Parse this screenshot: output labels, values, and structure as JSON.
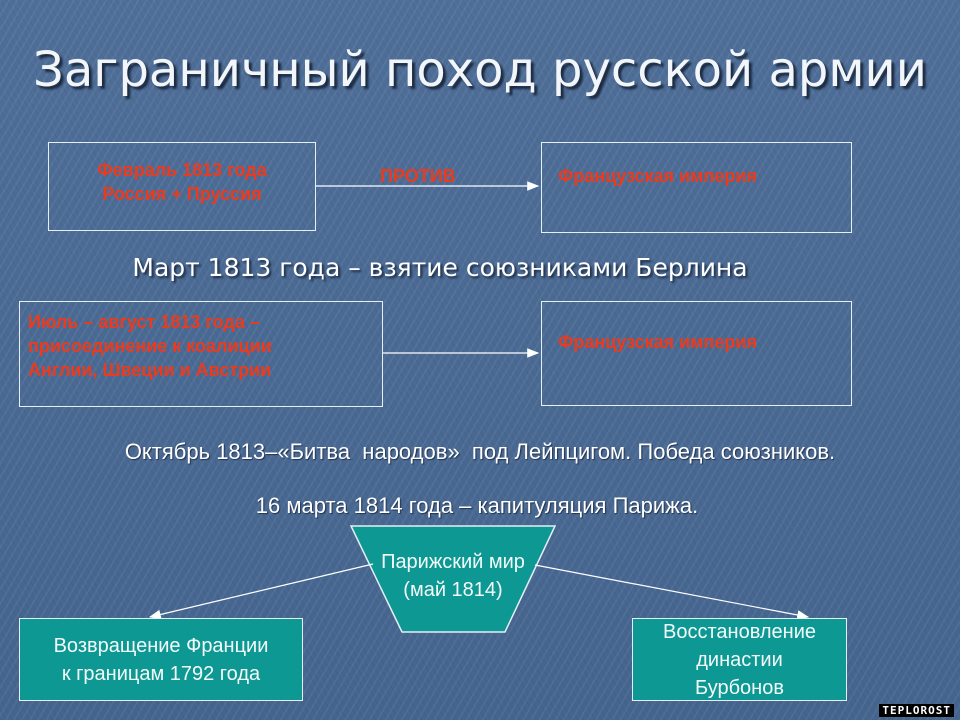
{
  "title": "Заграничный поход русской армии",
  "row1": {
    "left_lines": [
      "Февраль 1813 года",
      "Россия + Пруссия"
    ],
    "connector_label": "ПРОТИВ",
    "right": "Французская империя"
  },
  "march_line": "Март 1813 года – взятие союзниками Берлина",
  "row2": {
    "left_lines": [
      "Июль – август 1813 года –",
      "присоединение к коалиции",
      "Англии, Швеции и Австрии"
    ],
    "right": "Французская империя"
  },
  "october_line": "Октябрь 1813–«Битва  народов»  под Лейпцигом. Победа союзников.",
  "paris_line": "16 марта 1814 года – капитуляция Парижа.",
  "peace": {
    "line1": "Парижский мир",
    "line2": "(май 1814)"
  },
  "outcomes": [
    {
      "line1": "Возвращение Франции",
      "line2": "к границам 1792 года"
    },
    {
      "line1": "Восстановление династии",
      "line2": "Бурбонов"
    }
  ],
  "watermark": "TEPLOROST",
  "colors": {
    "accent_red": "#ec3a1d",
    "teal": "#0e9893",
    "background": "#4b6b95"
  }
}
